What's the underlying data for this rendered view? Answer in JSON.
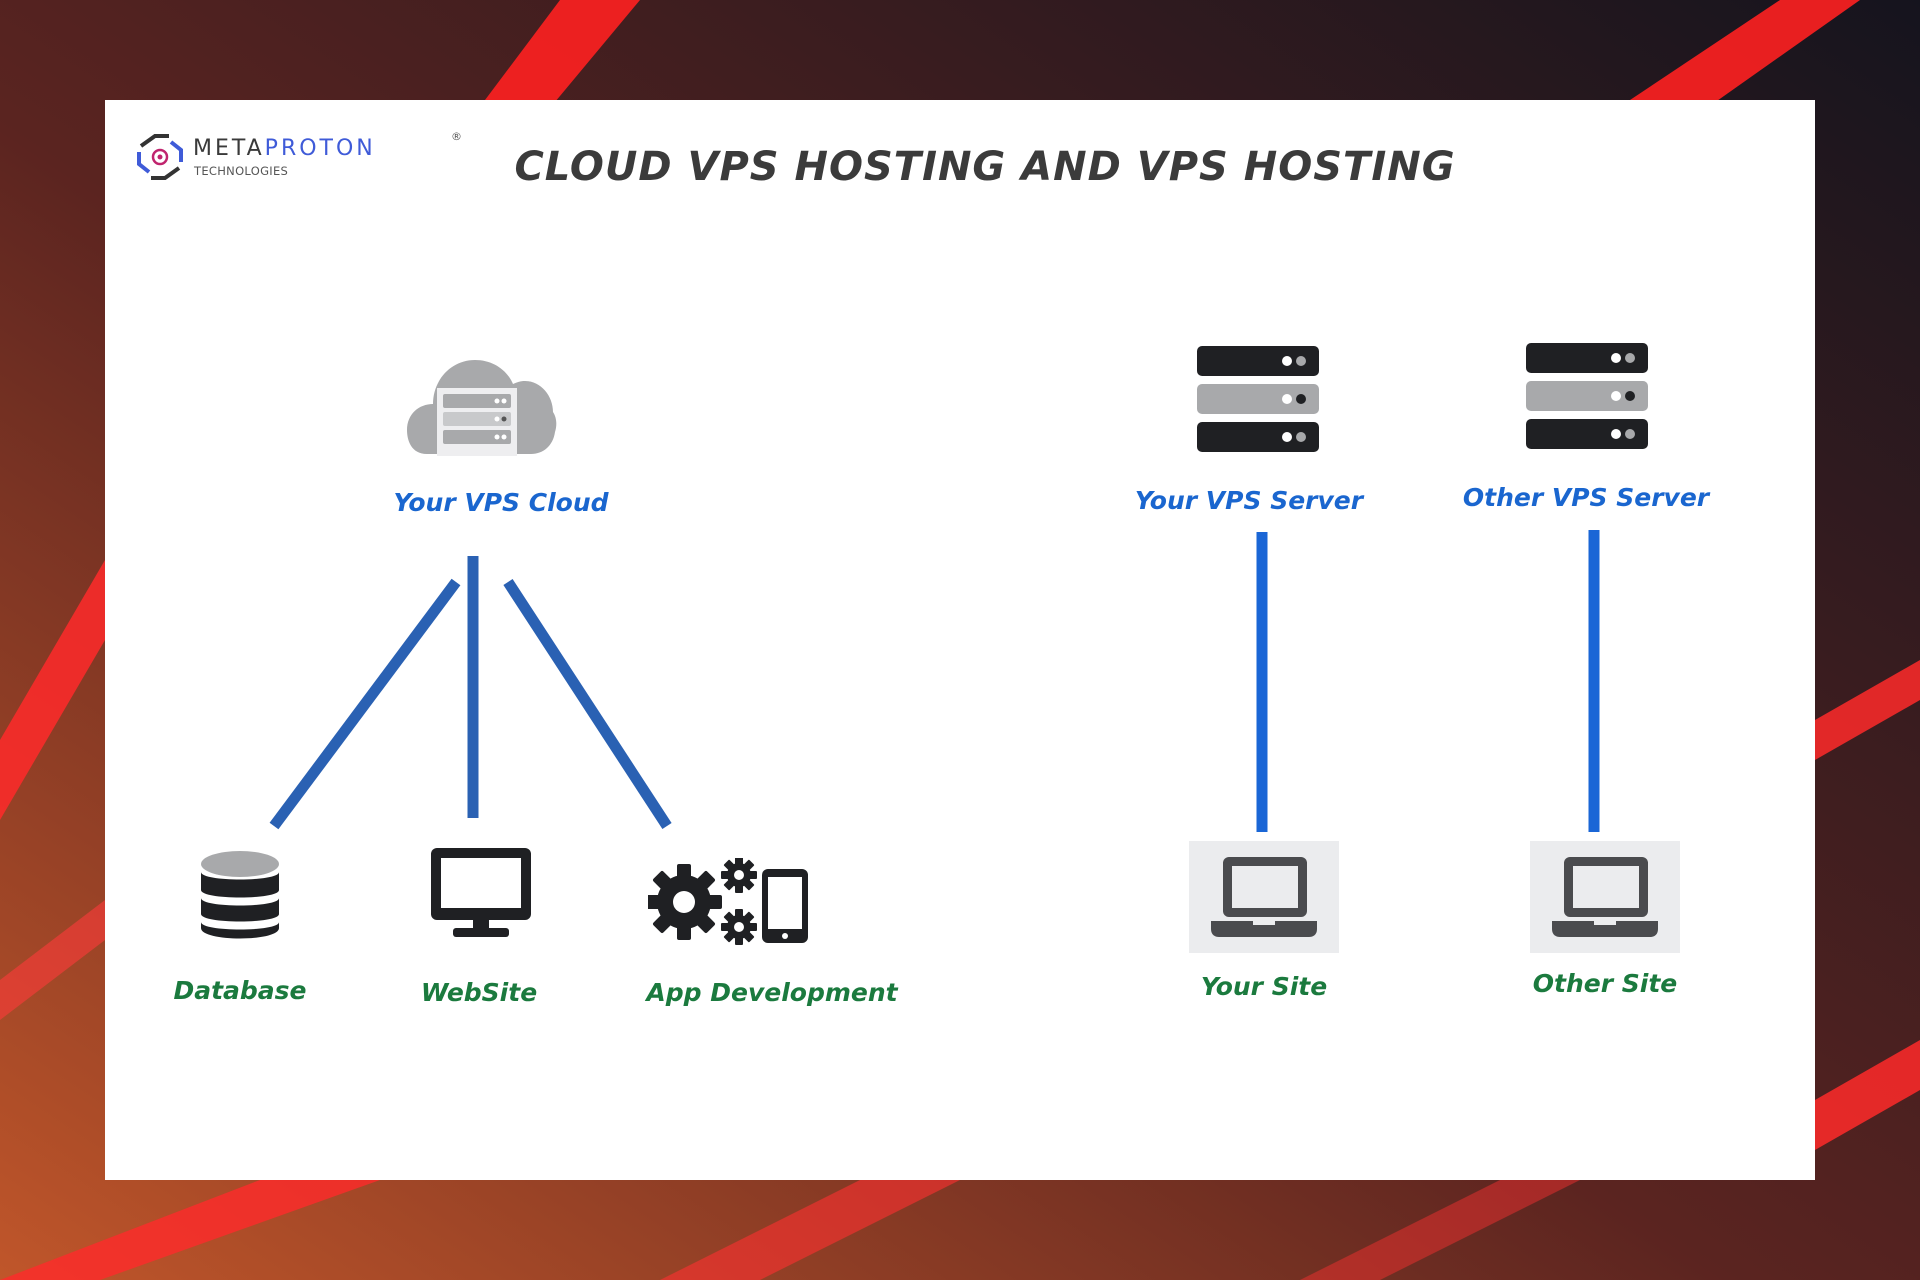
{
  "title": "CLOUD VPS HOSTING AND VPS HOSTING",
  "logo": {
    "brand_main": "META",
    "brand_accent": "PROTON",
    "registered": "®",
    "subtitle": "TECHNOLOGIES"
  },
  "cloud": {
    "label": "Your VPS Cloud",
    "icon": "cloud-server-icon",
    "children": [
      {
        "label": "Database",
        "icon": "database-icon"
      },
      {
        "label": "WebSite",
        "icon": "monitor-icon"
      },
      {
        "label": "App Development",
        "icon": "gears-mobile-icon"
      }
    ]
  },
  "servers": [
    {
      "label": "Your VPS Server",
      "icon": "server-stack-icon",
      "site_label": "Your Site",
      "site_icon": "laptop-icon"
    },
    {
      "label": "Other VPS Server",
      "icon": "server-stack-icon",
      "site_label": "Other Site",
      "site_icon": "laptop-icon"
    }
  ],
  "colors": {
    "server_label": "#1a66cf",
    "site_label": "#1b7a3e",
    "connector": "#2a61b3",
    "connector_bright": "#1a66d6",
    "title": "#3b3b3b",
    "card": "#ffffff"
  }
}
